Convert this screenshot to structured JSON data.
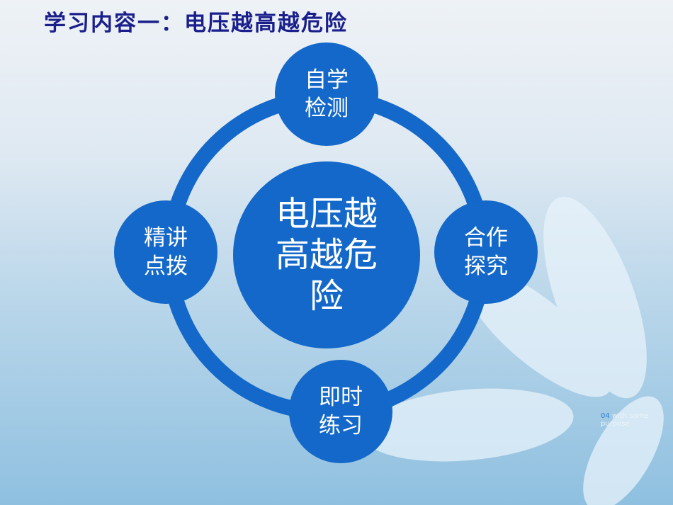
{
  "title": "学习内容一：电压越高越危险",
  "center": {
    "label_line1": "电压越",
    "label_line2": "高越危",
    "label_line3": "险"
  },
  "nodes": [
    {
      "line1": "自学",
      "line2": "检测"
    },
    {
      "line1": "合作",
      "line2": "探究"
    },
    {
      "line1": "即时",
      "line2": "练习"
    },
    {
      "line1": "精讲",
      "line2": "点拨"
    }
  ],
  "watermark": {
    "number": "04",
    "text": "with some purpose"
  },
  "colors": {
    "node": "#1368c9",
    "title": "#1a1f8c"
  }
}
